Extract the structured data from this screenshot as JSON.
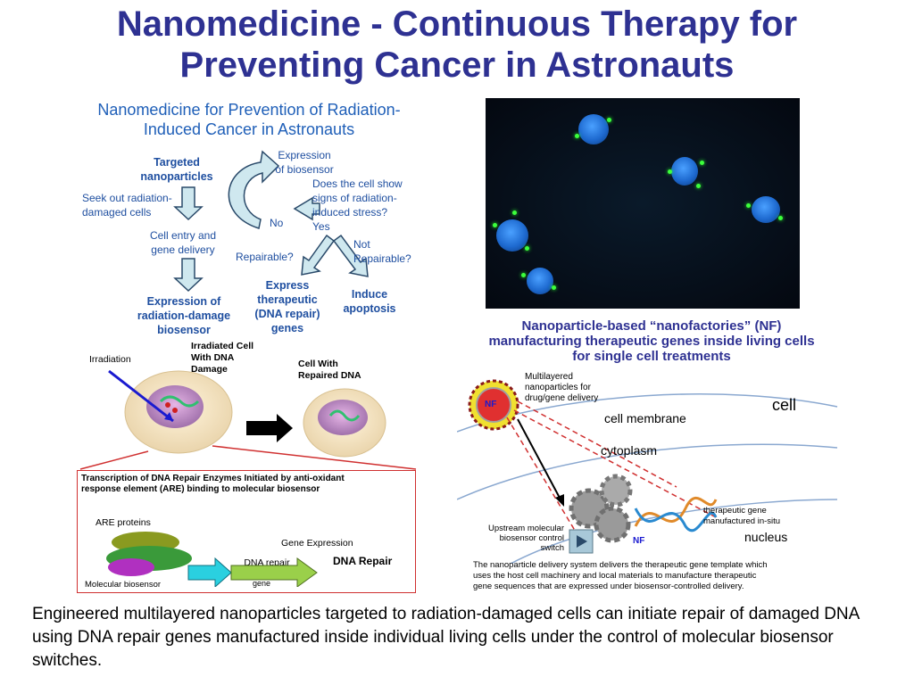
{
  "slide": {
    "title_line1": "Nanomedicine - Continuous Therapy for",
    "title_line2": "Preventing Cancer in Astronauts",
    "body_text": "Engineered multilayered nanoparticles targeted to radiation-damaged cells can initiate repair of damaged DNA using DNA repair genes manufactured inside individual living cells under the control of molecular biosensor switches."
  },
  "flow": {
    "heading_line1": "Nanomedicine for Prevention of Radiation-",
    "heading_line2": "Induced Cancer in Astronauts",
    "targeted_line1": "Targeted",
    "targeted_line2": "nanoparticles",
    "seek_line1": "Seek out radiation-",
    "seek_line2": "damaged cells",
    "entry_line1": "Cell entry and",
    "entry_line2": "gene delivery",
    "expr_damage_line1": "Expression of",
    "expr_damage_line2": "radiation-damage",
    "expr_damage_line3": "biosensor",
    "expr_bio_line1": "Expression",
    "expr_bio_line2": "of biosensor",
    "question_line1": "Does the cell show",
    "question_line2": "signs of radiation-",
    "question_line3": "induced stress?",
    "yes": "Yes",
    "no": "No",
    "repairable": "Repairable?",
    "not_repairable_line1": "Not",
    "not_repairable_line2": "Repairable?",
    "express_line1": "Express",
    "express_line2": "therapeutic",
    "express_line3": "(DNA repair)",
    "express_line4": "genes",
    "apoptosis_line1": "Induce",
    "apoptosis_line2": "apoptosis"
  },
  "repair_panel": {
    "irradiation": "Irradiation",
    "irradiated_line1": "Irradiated Cell",
    "irradiated_line2": "With DNA",
    "irradiated_line3": "Damage",
    "repaired_line1": "Cell With",
    "repaired_line2": "Repaired DNA",
    "box_title_line1": "Transcription of DNA Repair Enzymes Initiated by anti-oxidant",
    "box_title_line2": "response element (ARE) binding to molecular biosensor",
    "are_proteins": "ARE proteins",
    "gene_expression": "Gene Expression",
    "dna_repair_gene_line1": "DNA repair",
    "dna_repair_gene_line2": "gene",
    "dna_repair_bold": "DNA Repair",
    "molecular_biosensor": "Molecular biosensor"
  },
  "nf_panel": {
    "heading_line1": "Nanoparticle-based “nanofactories” (NF)",
    "heading_line2": "manufacturing therapeutic genes inside living cells",
    "heading_line3": "for single cell treatments",
    "multilayer_line1": "Multilayered",
    "multilayer_line2": "nanoparticles for",
    "multilayer_line3": "drug/gene delivery",
    "nf_label": "NF",
    "nf_label2": "NF",
    "cell": "cell",
    "cell_membrane": "cell membrane",
    "cytoplasm": "cytoplasm",
    "nucleus": "nucleus",
    "therapeutic_line1": "therapeutic gene",
    "therapeutic_line2": "manufactured in-situ",
    "upstream_line1": "Upstream molecular",
    "upstream_line2": "biosensor control",
    "upstream_line3": "switch",
    "caption_line1": "The nanoparticle delivery system delivers the therapeutic gene template which",
    "caption_line2": "uses the host cell machinery and local materials to manufacture therapeutic",
    "caption_line3": "gene sequences that are expressed under biosensor-controlled delivery."
  },
  "colors": {
    "title": "#2e3192",
    "flow_text": "#1f4fa0",
    "arrow_fill": "#cfe8ef",
    "arrow_stroke": "#2a4a6a",
    "red_box": "#d03030"
  }
}
